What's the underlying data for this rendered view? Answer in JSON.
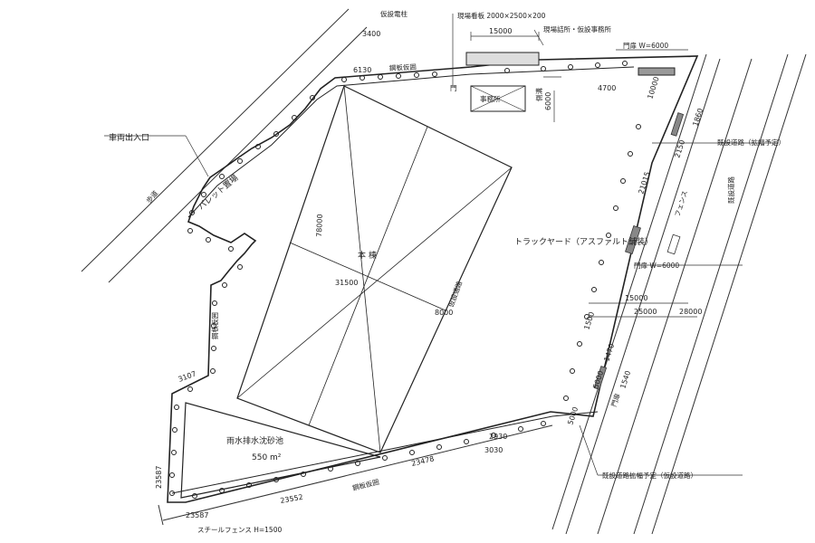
{
  "labels": {
    "gate_left": "車両出入口",
    "pallet_yard": "パレット置場",
    "sediment_pond": "雨水排水沈砂池",
    "sediment_area": "550 m²",
    "main_building": "本 棟",
    "truck_yard": "トラックヤード（アスファルト舗装）",
    "office": "事務所",
    "temp_office_note": "現場詰所・仮設事務所",
    "footpath_left": "歩道",
    "fence_label_top": "鋼板仮囲",
    "fence_label_bottom": "鋼板仮囲",
    "fence_label_left": "鋼板仮囲",
    "road_label_right": "既設道路（拡幅予定）",
    "road_label_right2": "既設道路",
    "bottom_note": "スチールフェンス H=1500",
    "bottom_right_note": "既設道路拡幅予定（仮設道路）",
    "gate_note_top": "門扉 W=6000",
    "gate_note_right": "門扉 W=6000",
    "gate_note_right2": "門扉",
    "top_label": "仮設電柱",
    "sign_board": "現場看板 2000×2500×200",
    "drain_ditch": "側溝",
    "temporary_path": "仮設通路",
    "vertical_right": "フェンス",
    "gate_side": "門"
  },
  "dimensions": {
    "d_15000_top": "15000",
    "d_78000": "78000",
    "d_31500": "31500",
    "d_8000": "8000",
    "d_6000": "6000",
    "d_10000": "10000",
    "d_15000_right": "15000",
    "d_25000": "25000",
    "d_28000": "28000",
    "d_23478": "23478",
    "d_23587a": "23587",
    "d_23587b": "23587",
    "d_23552": "23552",
    "d_3107": "3107",
    "d_5000": "5000",
    "d_1500": "1500",
    "d_1470": "1470",
    "d_2150": "2150",
    "d_21015": "21015",
    "d_1860": "1860",
    "d_4700": "4700",
    "d_6130": "6130",
    "d_2930": "2930",
    "d_1540": "1540",
    "d_5000b": "5000",
    "d_3400": "3400",
    "d_3030": "3030"
  }
}
